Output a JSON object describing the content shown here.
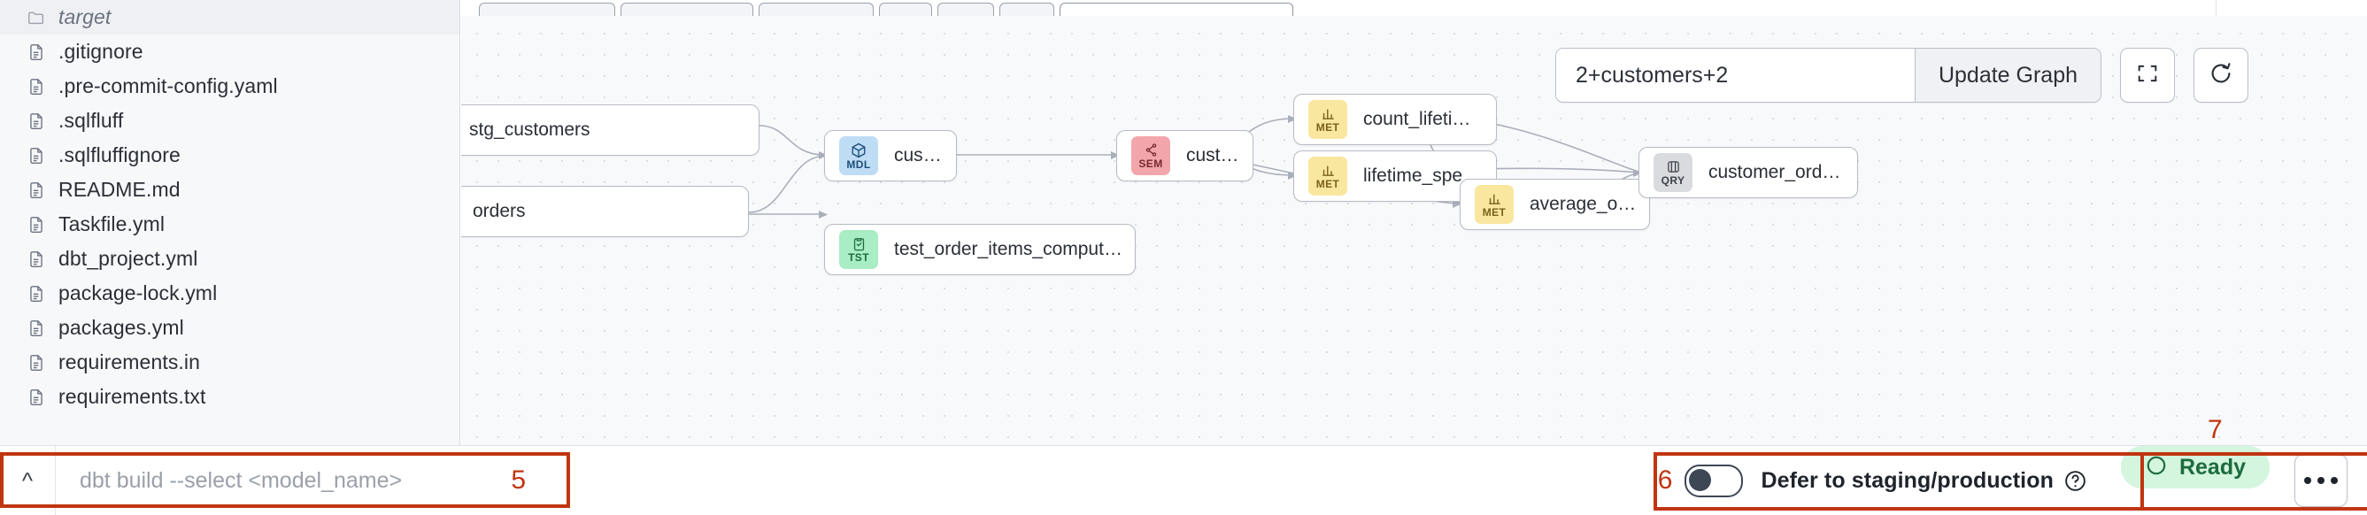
{
  "explorer": {
    "name": "file-explorer",
    "files": [
      {
        "label": "target",
        "icon": "folder-icon",
        "italic": true
      },
      {
        "label": ".gitignore",
        "icon": "file-icon",
        "italic": false
      },
      {
        "label": ".pre-commit-config.yaml",
        "icon": "file-icon",
        "italic": false
      },
      {
        "label": ".sqlfluff",
        "icon": "file-icon",
        "italic": false
      },
      {
        "label": ".sqlfluffignore",
        "icon": "file-icon",
        "italic": false
      },
      {
        "label": "README.md",
        "icon": "file-icon",
        "italic": false
      },
      {
        "label": "Taskfile.yml",
        "icon": "file-icon",
        "italic": false
      },
      {
        "label": "dbt_project.yml",
        "icon": "file-icon",
        "italic": false
      },
      {
        "label": "package-lock.yml",
        "icon": "file-icon",
        "italic": false
      },
      {
        "label": "packages.yml",
        "icon": "file-icon",
        "italic": false
      },
      {
        "label": "requirements.in",
        "icon": "file-icon",
        "italic": false
      },
      {
        "label": "requirements.txt",
        "icon": "file-icon",
        "italic": false
      }
    ]
  },
  "graph_toolbar": {
    "selector_value": "2+customers+2",
    "selector_placeholder": "2+customers+2",
    "update_label": "Update Graph",
    "fullscreen_icon": "fullscreen-icon",
    "refresh_icon": "refresh-icon"
  },
  "graph": {
    "nodes": [
      {
        "id": "stg_customers",
        "label": "stg_customers",
        "type": "",
        "badge": "",
        "partial": true
      },
      {
        "id": "stg_orders",
        "label": "orders",
        "type": "",
        "badge": "",
        "partial": true
      },
      {
        "id": "customers_mdl",
        "label": "customers",
        "type": "MDL",
        "badge": "cube-icon"
      },
      {
        "id": "test_order_items",
        "label": "test_order_items_compute_to_bools…",
        "type": "TST",
        "badge": "clipboard-check-icon"
      },
      {
        "id": "customers_sem",
        "label": "customers",
        "type": "SEM",
        "badge": "semantic-graph-icon"
      },
      {
        "id": "count_lifetime_orders",
        "label": "count_lifetime_orders",
        "type": "MET",
        "badge": "bar-chart-icon"
      },
      {
        "id": "lifetime_spend_pretax",
        "label": "lifetime_spend_pretax",
        "type": "MET",
        "badge": "bar-chart-icon"
      },
      {
        "id": "average_order_value",
        "label": "average_order_value",
        "type": "MET",
        "badge": "bar-chart-icon"
      },
      {
        "id": "customer_order_metrics",
        "label": "customer_order_metrics",
        "type": "QRY",
        "badge": "query-icon"
      }
    ],
    "badge_colors": {
      "MDL": "#bfdcf5",
      "SEM": "#f2a6ac",
      "MET": "#f9e7a0",
      "TST": "#a8edc3",
      "QRY": "#d9dbdf"
    }
  },
  "bottom_bar": {
    "caret_icon": "chevron-up-icon",
    "command_placeholder": "dbt build --select <model_name>",
    "defer_label": "Defer to staging/production",
    "defer_enabled": false,
    "help_icon": "help-circle-icon",
    "status_label": "Ready",
    "status_icon": "circle-icon",
    "status_color": "#1d6b3f",
    "status_bg": "#d4f5de",
    "more_icon": "ellipsis-icon"
  },
  "annotations": {
    "color": "#c0350f",
    "marks": [
      {
        "number": "5",
        "target": "command-bar"
      },
      {
        "number": "6",
        "target": "defer-toggle"
      },
      {
        "number": "7",
        "target": "status-area"
      }
    ]
  }
}
